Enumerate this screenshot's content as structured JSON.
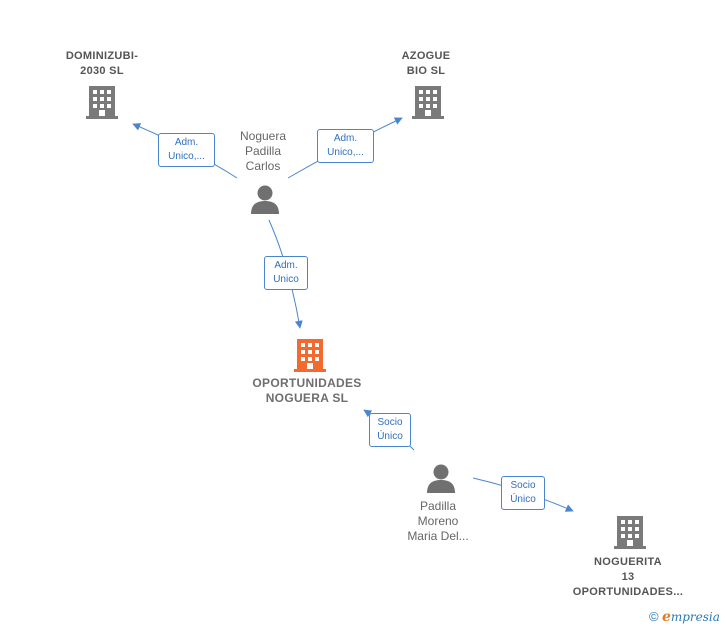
{
  "nodes": {
    "dominizubi": {
      "label": "DOMINIZUBI-\n2030  SL"
    },
    "azogue": {
      "label": "AZOGUE\nBIO  SL"
    },
    "noguera_carlos": {
      "label": "Noguera\nPadilla\nCarlos"
    },
    "oportunidades": {
      "label": "OPORTUNIDADES\nNOGUERA  SL"
    },
    "padilla_maria": {
      "label": "Padilla\nMoreno\nMaria Del..."
    },
    "noguerita": {
      "label": "NOGUERITA\n13\nOPORTUNIDADES..."
    }
  },
  "edges": {
    "carlos_dominizubi": {
      "label": "Adm.\nUnico,..."
    },
    "carlos_azogue": {
      "label": "Adm.\nUnico,..."
    },
    "carlos_oportunidades": {
      "label": "Adm.\nUnico"
    },
    "maria_oportunidades": {
      "label": "Socio\nÚnico"
    },
    "maria_noguerita": {
      "label": "Socio\nÚnico"
    }
  },
  "colors": {
    "edge": "#4a86d0",
    "company_icon": "#7a7a7a",
    "focus_company_icon": "#f26a2e",
    "person_icon": "#707070"
  },
  "icons": {
    "company": "building-icon",
    "person": "person-icon"
  },
  "brand": {
    "copyright": "©",
    "e": "e",
    "rest": "mpresia"
  }
}
